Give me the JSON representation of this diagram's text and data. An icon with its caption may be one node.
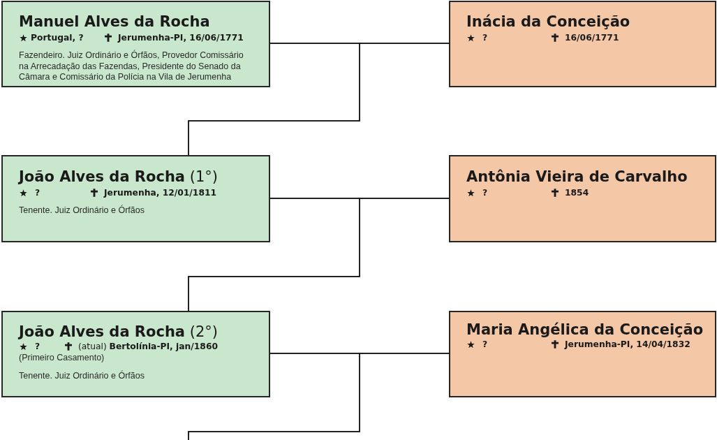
{
  "diagram": {
    "nodes": [
      {
        "text": [
          "Manuel Alves da Rocha",
          "Portugal, ?",
          "Jerumenha-PI, 16/06/1771",
          "Fazendeiro. Juiz Ordinário e Órfãos, Provedor Comissário na Arrecadação das Fazendas, Presidente do Senado da Câmara e Comissário da Polícia na Vila de Jerumenha"
        ]
      },
      {
        "text": [
          "Inácia da Conceição",
          "?",
          "16/06/1771"
        ]
      },
      {
        "text": [
          "**João Alves da Rocha** (1°)",
          "?",
          "Jerumenha, 12/01/1811",
          "Tenente. Juiz Ordinário e Órfãos"
        ]
      },
      {
        "text": [
          "Antônia Vieira de Carvalho",
          "?",
          "1854"
        ]
      },
      {
        "text": [
          "**João Alves da Rocha** (2°)",
          "?",
          "(atual) **Bertolínia-PI, jan/1860**",
          "(Primeiro Casamento)",
          "Tenente. Juiz Ordinário e Órfãos"
        ]
      },
      {
        "text": [
          "Maria Angélica da Conceição",
          "?",
          "Jerumenha-PI, 14/04/1832"
        ]
      }
    ],
    "edges": [
      {
        "from": 0,
        "to": 1,
        "arrow": "none"
      },
      {
        "from": 0,
        "to": 2,
        "arrow": "none"
      },
      {
        "from": 1,
        "to": 2,
        "arrow": "none"
      },
      {
        "from": 2,
        "to": 3,
        "arrow": "none"
      },
      {
        "from": 2,
        "to": 4,
        "arrow": "none"
      },
      {
        "from": 3,
        "to": 4,
        "arrow": "none"
      },
      {
        "from": 4,
        "to": 5,
        "arrow": "none"
      },
      {
        "from": 4,
        "to": null,
        "arrow": "none"
      },
      {
        "from": 5,
        "to": null,
        "arrow": "none"
      }
    ]
  }
}
